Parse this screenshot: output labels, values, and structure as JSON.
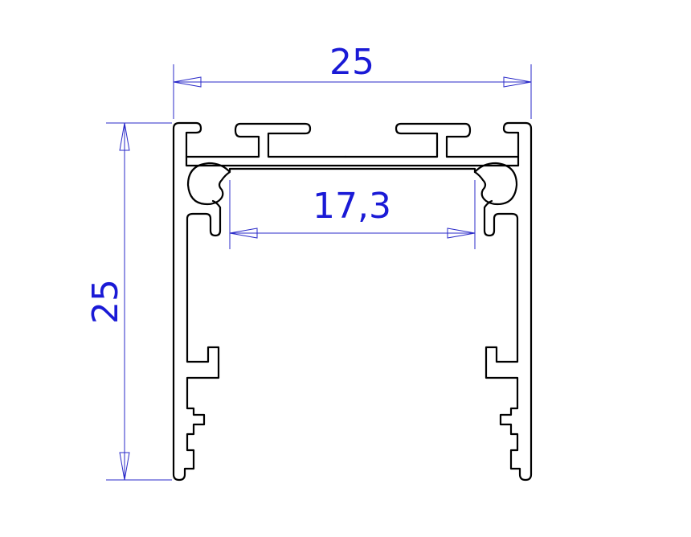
{
  "drawing": {
    "dimensions": {
      "width": {
        "value": "25"
      },
      "height": {
        "value": "25"
      },
      "opening": {
        "value": "17,3"
      }
    },
    "colors": {
      "outline": "#000000",
      "dimension": "#1a1ad6",
      "background": "#ffffff"
    }
  }
}
